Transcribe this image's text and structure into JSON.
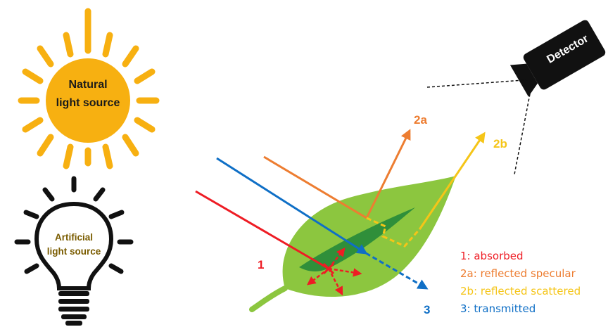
{
  "sources": {
    "natural_line1": "Natural",
    "natural_line2": "light source",
    "artificial_line1": "Artificial",
    "artificial_line2": "light source"
  },
  "detector": {
    "label": "Detector"
  },
  "rays": {
    "r1": "1",
    "r2a": "2a",
    "r2b": "2b",
    "r3": "3"
  },
  "legend": {
    "absorbed": "1: absorbed",
    "specular": "2a: reflected specular",
    "scattered": "2b: reflected scattered",
    "transmitted": "3: transmitted"
  },
  "colors": {
    "sun": "#f7b011",
    "absorbed": "#ee1c24",
    "specular": "#ed7d31",
    "scattered": "#f5c518",
    "transmitted": "#0f6fc6",
    "leaf_light": "#8cc63f",
    "leaf_dark": "#2f8f3a",
    "bulb_text": "#7a5c00"
  }
}
